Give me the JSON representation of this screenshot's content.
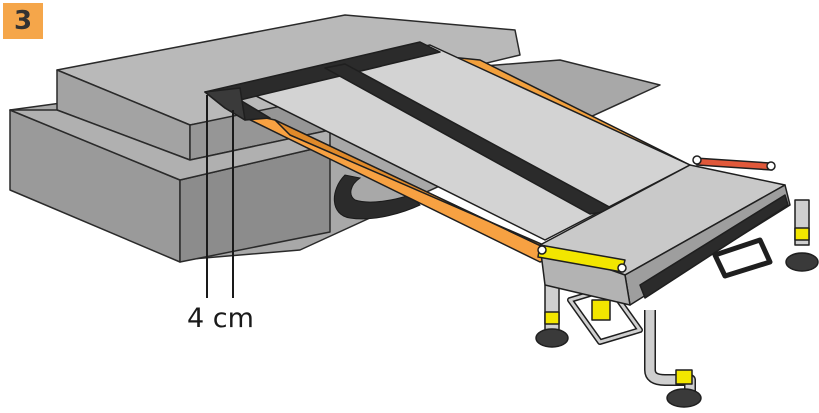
{
  "step": {
    "number": "3"
  },
  "measurement": {
    "label": "4 cm"
  },
  "colors": {
    "badge": "#f5a64a",
    "block_top": "#b7b7b7",
    "block_front": "#9d9d9d",
    "block_side": "#8a8a8a",
    "ramp_surface": "#d0d0d0",
    "ramp_orange": "#f7a142",
    "strap": "#2b2b2b",
    "frame": "#c9c9c9",
    "leg_yellow": "#f2e600",
    "handle_red": "#e0583a"
  },
  "icons": [
    "stair-step-block",
    "transfer-ramp",
    "ramp-stand",
    "measurement-lines"
  ]
}
